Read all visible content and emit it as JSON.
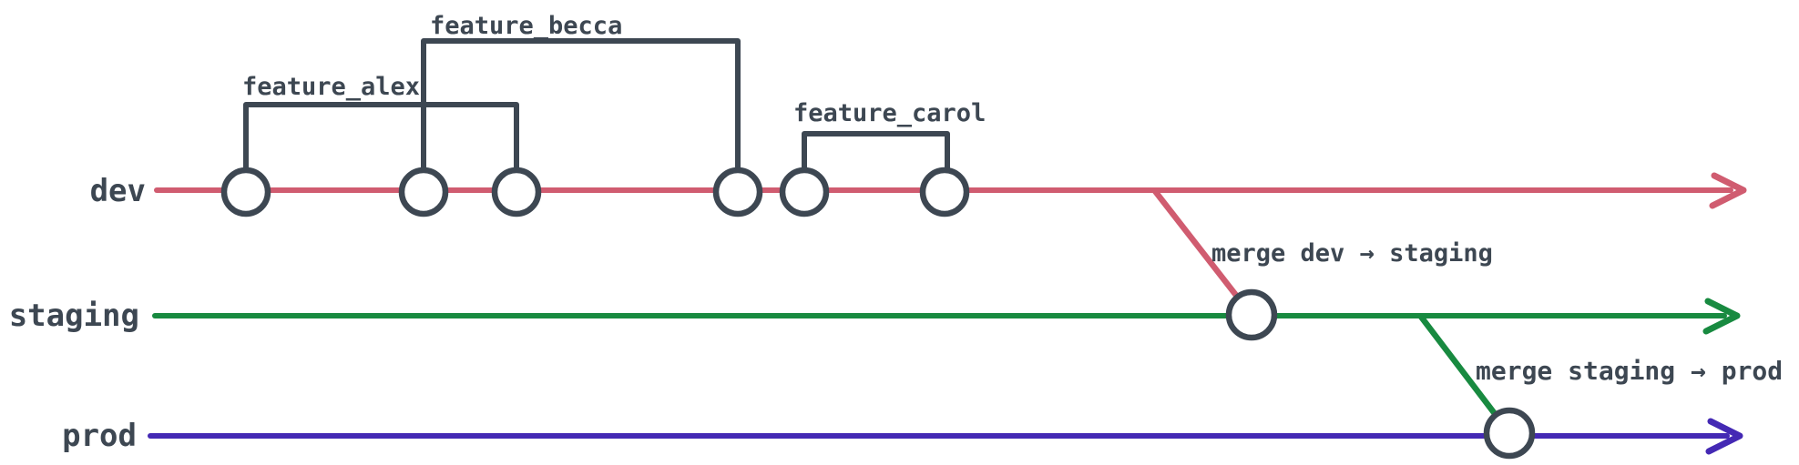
{
  "diagram": {
    "background": "#ffffff",
    "stroke_color": "#3d4752",
    "commit_fill": "#ffffff",
    "branches": [
      {
        "name": "dev",
        "color": "#d05c70",
        "commit_count": 6
      },
      {
        "name": "staging",
        "color": "#188a40",
        "commit_count": 1
      },
      {
        "name": "prod",
        "color": "#4429b4",
        "commit_count": 1
      }
    ],
    "feature_branches": [
      {
        "name": "feature_alex",
        "from_commit": 1,
        "to_commit": 3
      },
      {
        "name": "feature_becca",
        "from_commit": 2,
        "to_commit": 4
      },
      {
        "name": "feature_carol",
        "from_commit": 5,
        "to_commit": 6
      }
    ],
    "merges": [
      {
        "label": "merge dev → staging",
        "from": "dev",
        "to": "staging"
      },
      {
        "label": "merge staging → prod",
        "from": "staging",
        "to": "prod"
      }
    ]
  }
}
